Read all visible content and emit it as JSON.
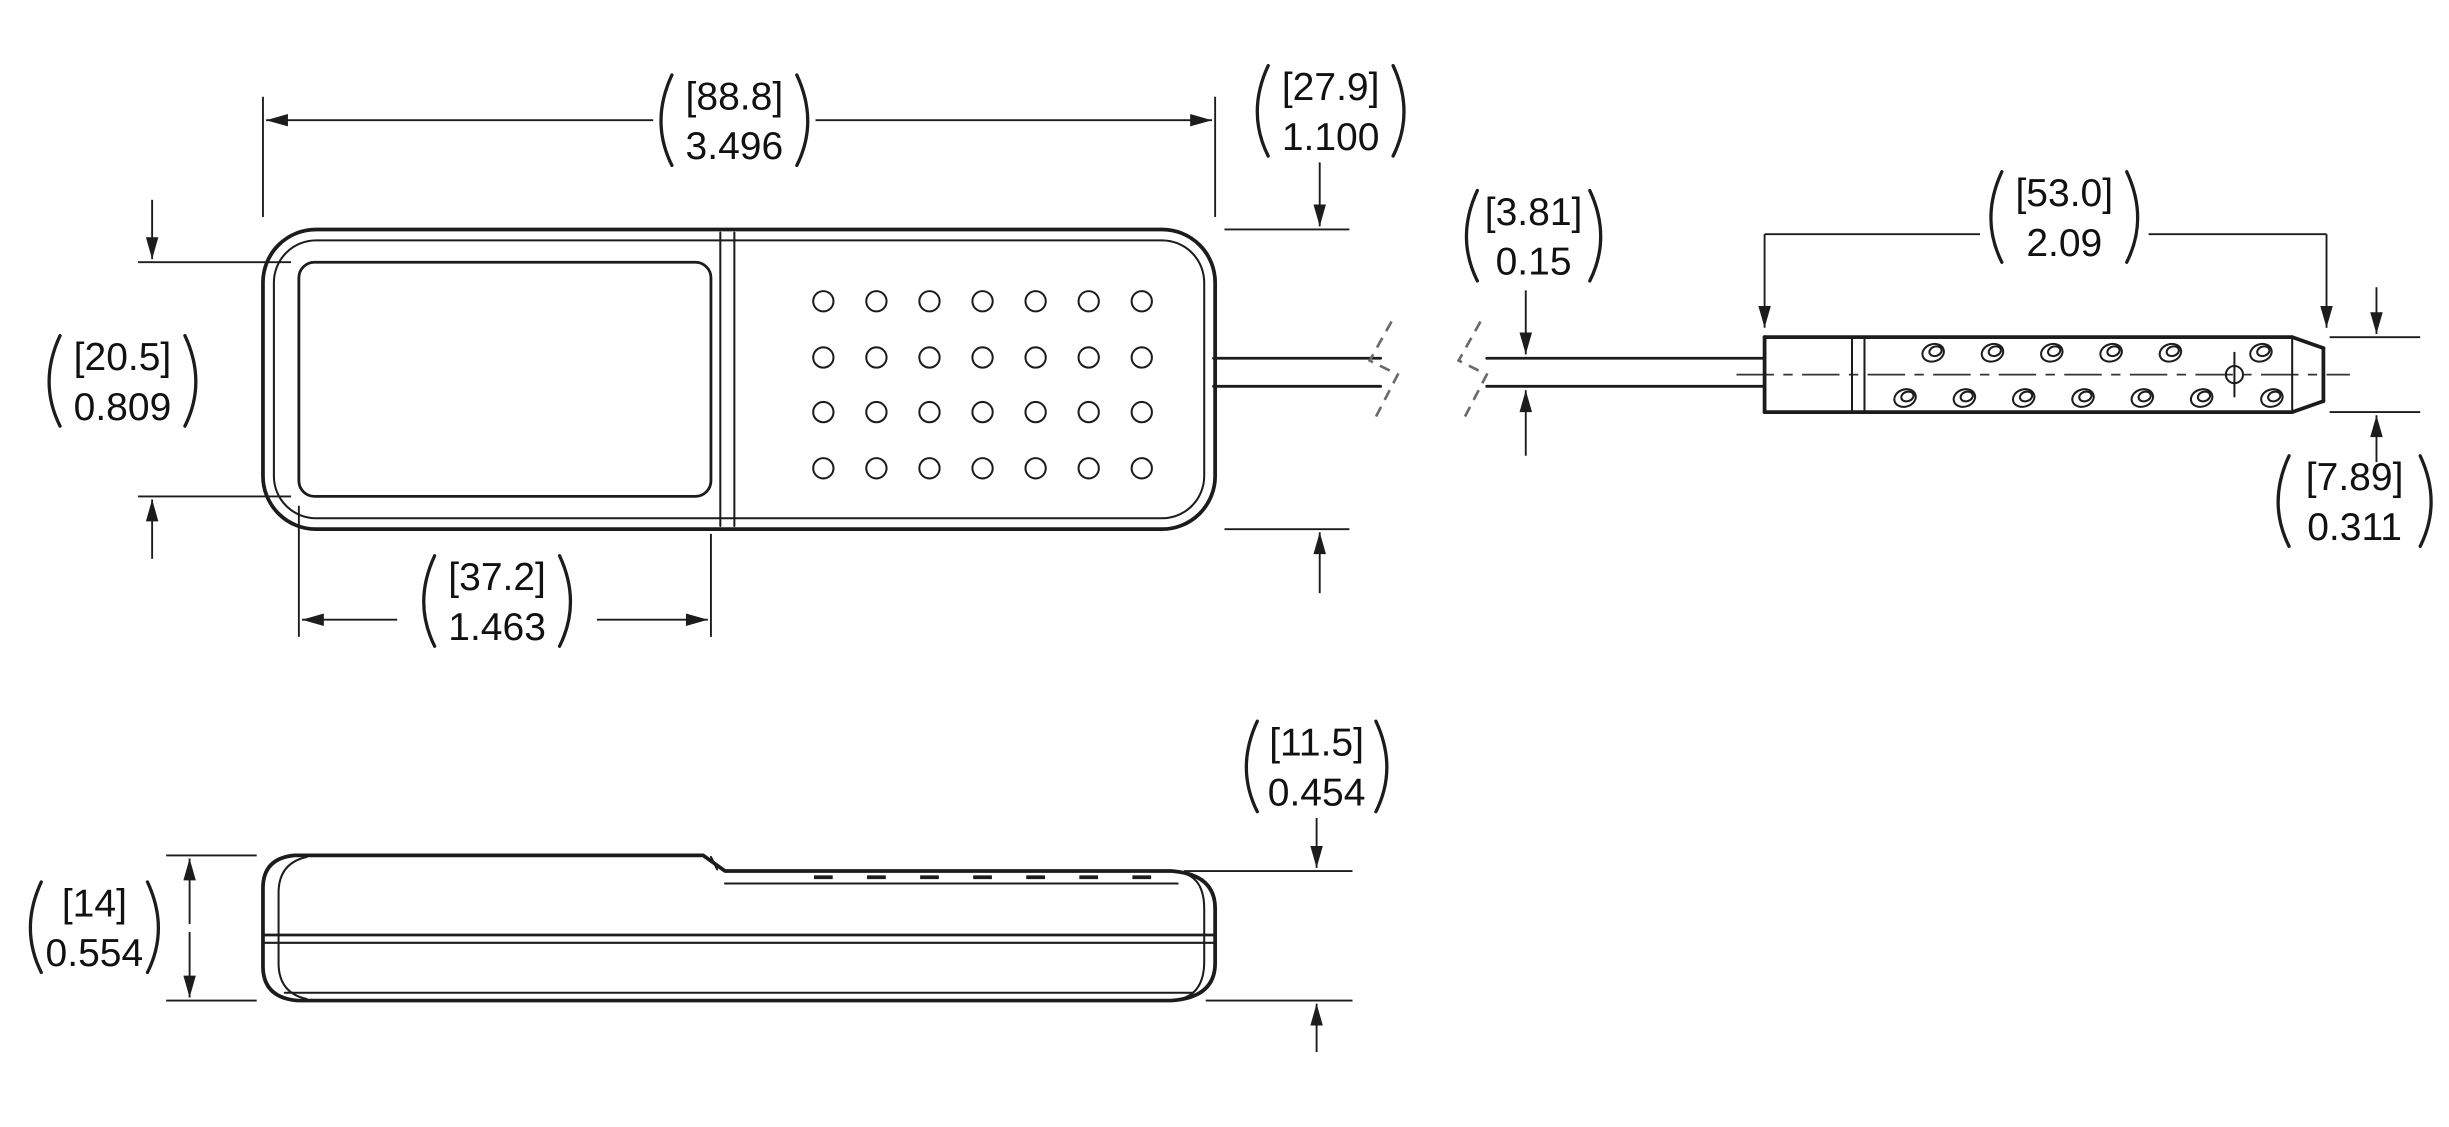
{
  "drawing": {
    "background_color": "#ffffff",
    "line_color": "#1c1c1c"
  },
  "dimensions": {
    "overall_length": {
      "metric_mm": "[88.8]",
      "imperial_in": "3.496"
    },
    "body_height": {
      "metric_mm": "[27.9]",
      "imperial_in": "1.100"
    },
    "display_height": {
      "metric_mm": "[20.5]",
      "imperial_in": "0.809"
    },
    "display_width": {
      "metric_mm": "[37.2]",
      "imperial_in": "1.463"
    },
    "cable_diameter": {
      "metric_mm": "[3.81]",
      "imperial_in": "0.15"
    },
    "probe_length": {
      "metric_mm": "[53.0]",
      "imperial_in": "2.09"
    },
    "probe_diameter": {
      "metric_mm": "[7.89]",
      "imperial_in": "0.311"
    },
    "body_thickness": {
      "metric_mm": "[14]",
      "imperial_in": "0.554"
    },
    "upper_thickness": {
      "metric_mm": "[11.5]",
      "imperial_in": "0.454"
    }
  }
}
